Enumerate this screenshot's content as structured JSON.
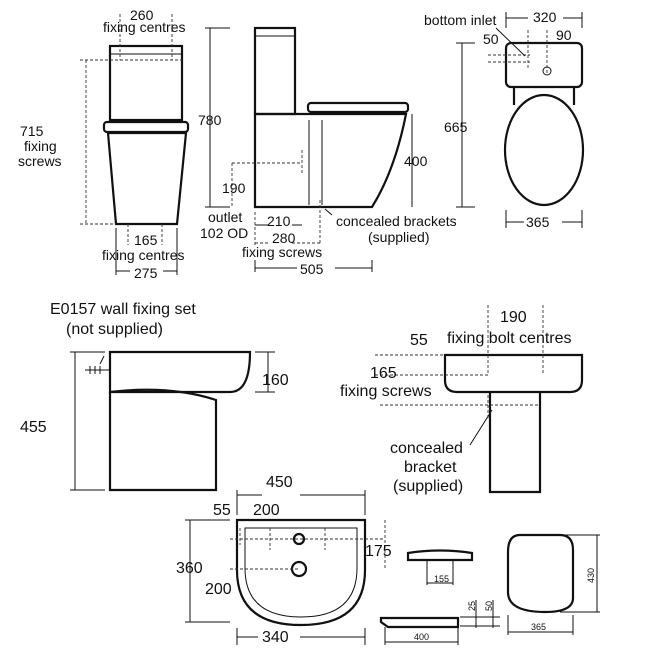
{
  "wc_front": {
    "dim_top": "260",
    "top_label": "fixing centres",
    "dim_height": "715",
    "height_label_1": "fixing",
    "height_label_2": "screws",
    "dim_bottom": "165",
    "bottom_label": "fixing centres",
    "dim_width": "275"
  },
  "wc_side": {
    "dim_height": "780",
    "dim_outlet_height": "190",
    "outlet_label_1": "outlet",
    "outlet_label_2": "102 OD",
    "dim_210": "210",
    "dim_280": "280",
    "screws_label": "fixing screws",
    "dim_depth": "505",
    "dim_seat_height": "400",
    "bracket_label_1": "concealed brackets",
    "bracket_label_2": "(supplied)"
  },
  "wc_top": {
    "inlet_label": "bottom inlet",
    "dim_width_top": "320",
    "dim_50": "50",
    "dim_90": "90",
    "dim_length": "665",
    "dim_width_bottom": "365"
  },
  "basin_side": {
    "fixing_set_label": "E0157 wall fixing set",
    "fixing_set_note": "(not supplied)",
    "dim_160": "160",
    "dim_455": "455"
  },
  "basin_front": {
    "dim_190": "190",
    "bolt_label": "fixing bolt centres",
    "dim_55": "55",
    "dim_165": "165",
    "screws_label": "fixing screws",
    "bracket_label_1": "concealed",
    "bracket_label_2": "bracket",
    "bracket_label_3": "(supplied)"
  },
  "basin_top": {
    "dim_450": "450",
    "dim_55": "55",
    "dim_200_top": "200",
    "dim_175": "175",
    "dim_360": "360",
    "dim_200_side": "200",
    "dim_340": "340"
  },
  "seat": {
    "dim_155": "155",
    "dim_25": "25",
    "dim_50": "50",
    "dim_400": "400",
    "dim_430": "430",
    "dim_365": "365"
  }
}
